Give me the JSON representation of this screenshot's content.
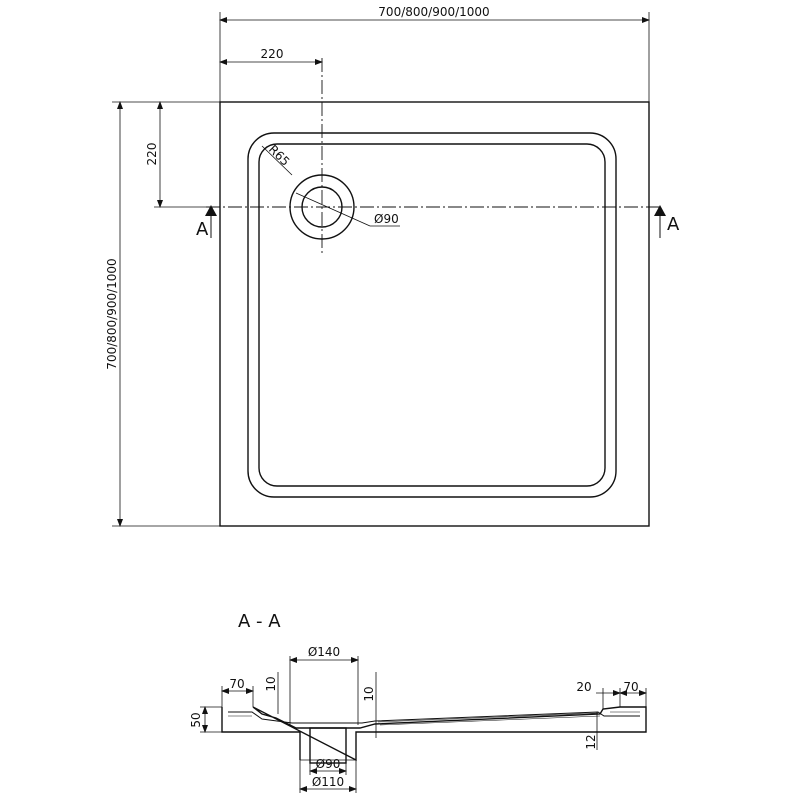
{
  "plan": {
    "overall_width_label": "700/800/900/1000",
    "overall_height_label": "700/800/900/1000",
    "drain_offset_x_label": "220",
    "drain_offset_y_label": "220",
    "corner_radius_label": "R65",
    "drain_diameter_label": "Ø90",
    "section_marker_left": "A",
    "section_marker_right": "A"
  },
  "section": {
    "title": "A - A",
    "bowl_diameter_label": "Ø140",
    "rim_width_left_label": "70",
    "rim_width_right_label": "70",
    "step_left_label": "10",
    "step_right_label": "10",
    "height_label": "50",
    "slope_label": "20",
    "thickness_label": "12",
    "outlet_inner_label": "Ø90",
    "outlet_outer_label": "Ø110"
  }
}
